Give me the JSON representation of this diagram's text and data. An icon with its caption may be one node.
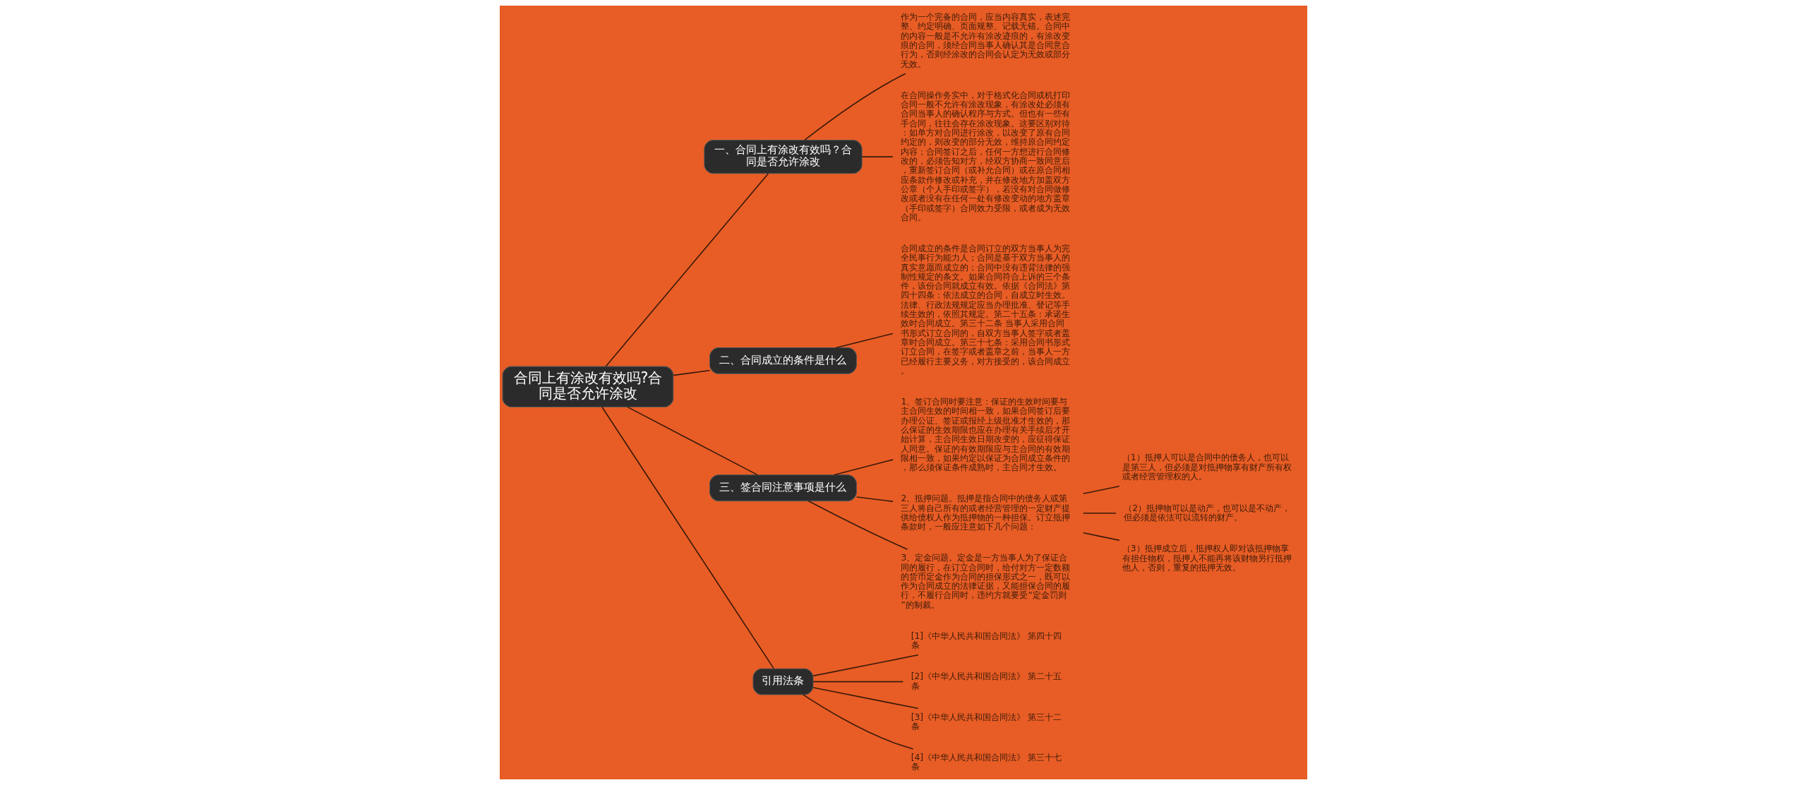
{
  "diagram": {
    "nodes": [
      {
        "text": [
          "合同上有涂改有效吗?合同是否允许涂改"
        ]
      },
      {
        "text": [
          "一、合同上有涂改有效吗？合同是否允许涂改"
        ]
      },
      {
        "text": [
          "作为一个完备的合同，应当内容真实，表述完整、约定明确、页面规整、记载无错。合同中的内容一般是不允许有涂改迹痕的，有涂改变痕的合同，须经合同当事人确认其是合同意合行为，否则经涂改的合同会认定为无效或部分无效。"
        ]
      },
      {
        "text": [
          "在合同操作务实中，对于格式化合同或机打印合同一般不允许有涂改现象，有涂改处必须有合同当事人的确认程序与方式。但也有一些有手合同，往往会存在涂改现象。这要区别对待：如单方对合同进行涂改，以改变了原有合同约定的，则改变的部分无效，维持原合同约定内容；合同签订之后，任何一方想进行合同修改的，必须告知对方，经双方协商一致同意后，重新签订合同（或补允合同）或在原合同相应条款作修改或补充，并在修改地方加盖双方公章（个人手印或签字），若没有对合同做修改或者没有在任何一处有修改变动的地方盖章（手印或签字）合同效力受限，或者成为无效合同。"
        ]
      },
      {
        "text": [
          "二、合同成立的条件是什么"
        ]
      },
      {
        "text": [
          "合同成立的条件是合同订立的双方当事人为完全民事行为能力人；合同是基于双方当事人的真实意愿而成立的；合同中没有违背法律的强制性规定的条文。如果合同符合上诉的三个条件，该份合同就成立有效。依据《合同法》第四十四条：依法成立的合同，自成立时生效。法律、行政法规规定应当办理批准、登记等手续生效的，依照其规定。第二十五条：承诺生效时合同成立。第三十二条 当事人采用合同书形式订立合同的，自双方当事人签字或者盖章时合同成立。第三十七条：采用合同书形式订立合同，在签字或者盖章之前，当事人一方已经履行主要义务，对方接受的，该合同成立。"
        ]
      },
      {
        "text": [
          "三、签合同注意事项是什么"
        ]
      },
      {
        "text": [
          "1、签订合同时要注意：保证的生效时间要与主合同生效的时间相一致，如果合同签订后要办理公证、签证或报经上级批准才生效的，那么保证的生效期限也应在办理有关手续后才开始计算，主合同生效日期改变的，应征得保证人同意。保证的有效期限应与主合同的有效期限相一致，如果约定以保证为合同成立条件的，那么须保证条件成熟时，主合同才生效。"
        ]
      },
      {
        "text": [
          "2、抵押问题。抵押是指合同中的债务人或第三人将自己所有的或者经营管理的一定财产提供给债权人作为抵押物的一种担保。订立抵押条款时，一般应注意如下几个问题："
        ]
      },
      {
        "text": [
          "（1）抵押人可以是合同中的债务人，也可以是第三人，但必须是对抵押物享有财产所有权或者经营管理权的人。"
        ]
      },
      {
        "text": [
          "（2）抵押物可以是动产，也可以是不动产，但必须是依法可以流转的财产。"
        ]
      },
      {
        "text": [
          "（3）抵押成立后，抵押权人即对该抵押物享有担任物权，抵押人不能再将该财物另行抵押他人，否则，重复的抵押无效。"
        ]
      },
      {
        "text": [
          "3、定金问题。定金是一方当事人为了保证合同的履行，在订立合同时，给付对方一定数额的货币定金作为合同的担保形式之一，既可以作为合同成立的法律证据，又能担保合同的履行，不履行合同时，违约方就要受“定金罚则”的制裁。"
        ]
      },
      {
        "text": [
          "引用法条"
        ]
      },
      {
        "text": [
          "[1]《中华人民共和国合同法》 第四十四条"
        ]
      },
      {
        "text": [
          "[2]《中华人民共和国合同法》 第二十五条"
        ]
      },
      {
        "text": [
          "[3]《中华人民共和国合同法》 第三十二条"
        ]
      },
      {
        "text": [
          "[4]《中华人民共和国合同法》 第三十七条"
        ]
      }
    ],
    "edges": [
      {
        "from": 0,
        "to": 1,
        "arrow": "none"
      },
      {
        "from": 1,
        "to": 2,
        "arrow": "none"
      },
      {
        "from": 1,
        "to": 3,
        "arrow": "none"
      },
      {
        "from": 0,
        "to": 4,
        "arrow": "none"
      },
      {
        "from": 4,
        "to": 5,
        "arrow": "none"
      },
      {
        "from": 0,
        "to": 6,
        "arrow": "none"
      },
      {
        "from": 6,
        "to": 7,
        "arrow": "none"
      },
      {
        "from": 6,
        "to": 8,
        "arrow": "none"
      },
      {
        "from": 8,
        "to": 9,
        "arrow": "none"
      },
      {
        "from": 8,
        "to": 10,
        "arrow": "none"
      },
      {
        "from": 8,
        "to": 11,
        "arrow": "none"
      },
      {
        "from": 6,
        "to": 12,
        "arrow": "none"
      },
      {
        "from": 0,
        "to": 13,
        "arrow": "none"
      },
      {
        "from": 13,
        "to": 14,
        "arrow": "none"
      },
      {
        "from": 13,
        "to": 15,
        "arrow": "none"
      },
      {
        "from": 13,
        "to": 16,
        "arrow": "none"
      },
      {
        "from": 13,
        "to": 17,
        "arrow": "none"
      }
    ]
  }
}
